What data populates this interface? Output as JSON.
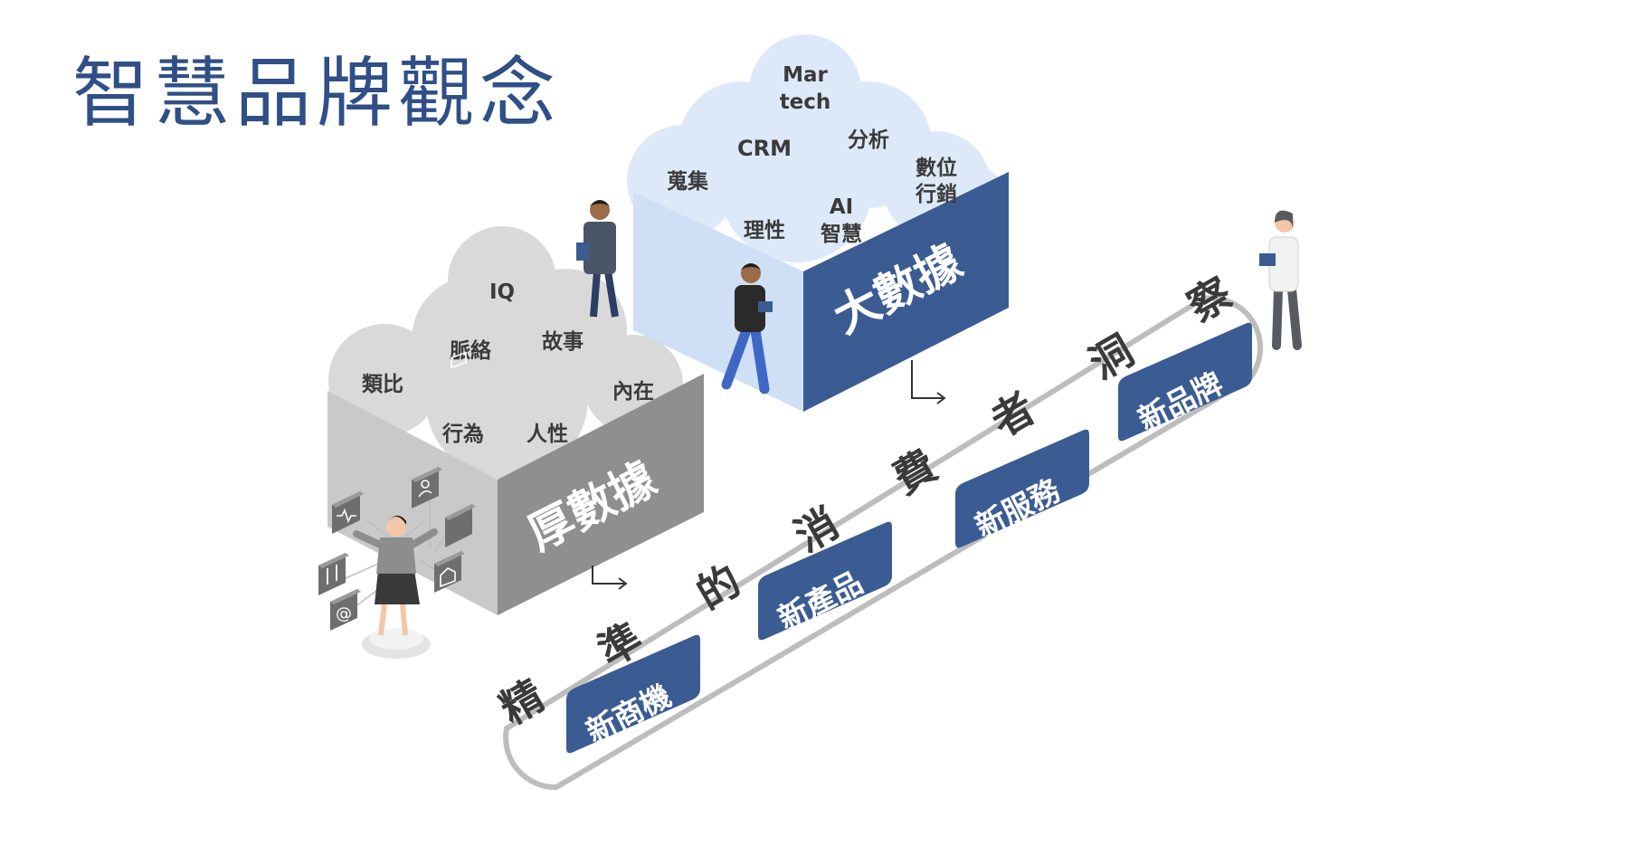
{
  "title": "智慧品牌觀念",
  "thick_data": {
    "label": "厚數據",
    "cloud_words": {
      "iq": "IQ",
      "context": "脈絡",
      "story": "故事",
      "analogy": "類比",
      "inner": "內在",
      "behavior": "行為",
      "human": "人性"
    }
  },
  "big_data": {
    "label": "大數據",
    "cloud_words": {
      "martech_1": "Mar",
      "martech_2": "tech",
      "crm": "CRM",
      "analysis": "分析",
      "collect": "蒐集",
      "digital_1": "數位",
      "digital_2": "行銷",
      "ai_1": "AI",
      "ai_2": "智慧",
      "rational": "理性"
    }
  },
  "insight_chars": [
    "精",
    "準",
    "的",
    "消",
    "費",
    "者",
    "洞",
    "察"
  ],
  "outcomes": [
    "新商機",
    "新產品",
    "新服務",
    "新品牌"
  ],
  "colors": {
    "title": "#2f4f86",
    "navy": "#3b5b93",
    "gray_face": "#8f8f8f",
    "gray_top": "#cfcfcf",
    "light_blue_face": "#cfdff5",
    "cloud_gray": "#d9d9d9",
    "cloud_blue": "#dde9f8"
  },
  "icons": [
    "heart-monitor-icon",
    "user-icon",
    "briefcase-icon",
    "cutlery-icon",
    "home-icon",
    "at-sign-icon"
  ]
}
